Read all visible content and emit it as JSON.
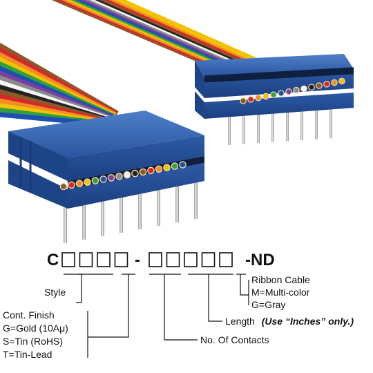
{
  "part_number": {
    "prefix": "C",
    "group1_boxes": 4,
    "separator1": "-",
    "group2_boxes": 5,
    "suffix": "-ND"
  },
  "labels": {
    "style": "Style",
    "cont_finish": {
      "title": "Cont. Finish",
      "options": [
        "G=Gold (10Aμ)",
        "S=Tin (RoHS)",
        "T=Tin-Lead"
      ]
    },
    "no_of_contacts": "No. Of Contacts",
    "length": {
      "title": "Length",
      "note": "(Use “Inches” only.)"
    },
    "ribbon_cable": {
      "title": "Ribbon Cable",
      "options": [
        "M=Multi-color",
        "G=Gray"
      ]
    }
  },
  "product_image": {
    "description_icon": "ribbon-cable-assembly",
    "connector_color": "#2f5fa8",
    "wire_colors": [
      "#8b5a2b",
      "#d62828",
      "#f28c28",
      "#f2c200",
      "#2f9e44",
      "#1f4fb0",
      "#7b3fa0",
      "#8a8a8a",
      "#f5f5f5",
      "#222222"
    ]
  }
}
